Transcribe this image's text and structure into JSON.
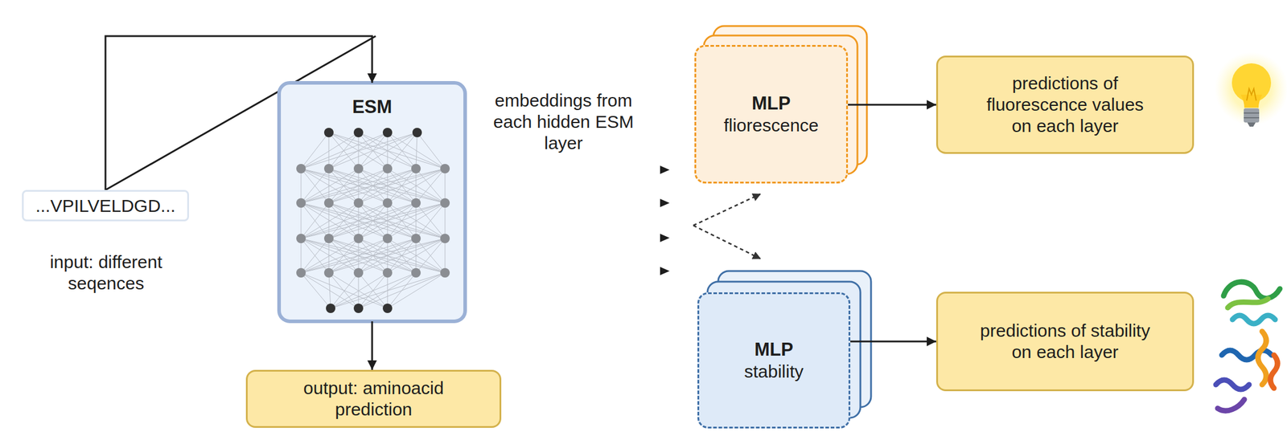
{
  "diagram": {
    "nodes": [
      {
        "text": [
          "...VPILVELDGD..."
        ]
      },
      {
        "text": [
          "ESM"
        ]
      },
      {
        "text": [
          "output: aminoacid prediction"
        ]
      },
      {
        "text": [
          "MLP",
          "fliorescence"
        ]
      },
      {
        "text": [
          "MLP",
          "stability"
        ]
      },
      {
        "text": [
          "predictions of fluorescence values on each layer"
        ]
      },
      {
        "text": [
          "predictions of stability on each layer"
        ]
      }
    ],
    "edges": [
      {
        "from": 0,
        "to": 1,
        "arrow": "to"
      },
      {
        "from": 1,
        "to": 2,
        "arrow": "to"
      },
      {
        "from": 3,
        "to": 5,
        "arrow": "to"
      },
      {
        "from": 4,
        "to": 6,
        "arrow": "to"
      }
    ],
    "labels": [
      "input: different seqences",
      "embeddings from each hidden ESM layer"
    ]
  }
}
